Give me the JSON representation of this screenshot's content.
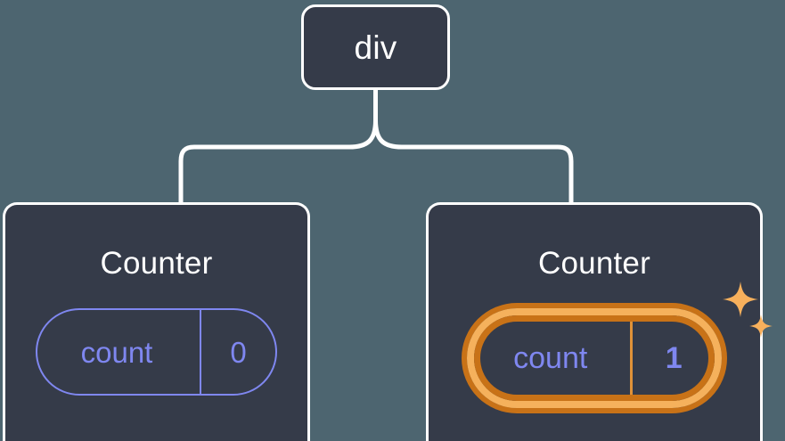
{
  "diagram": {
    "type": "component-tree",
    "title": "React component tree with highlighted state update",
    "background_color": "#4d6570",
    "node_fill_color": "#353b49",
    "node_border_color": "#ffffff",
    "edge_color": "#ffffff",
    "state_color": "#7f87f0",
    "highlight_outer_color": "#c87217",
    "highlight_inner_color": "#f5b15c",
    "sparkle_color": "#f7b05c"
  },
  "root": {
    "label": "div"
  },
  "children": [
    {
      "id": "counter-left",
      "title": "Counter",
      "state": {
        "key": "count",
        "value": "0"
      },
      "highlighted": false
    },
    {
      "id": "counter-right",
      "title": "Counter",
      "state": {
        "key": "count",
        "value": "1"
      },
      "highlighted": true,
      "sparkle_icons": [
        "sparkle-large",
        "sparkle-small"
      ]
    }
  ]
}
